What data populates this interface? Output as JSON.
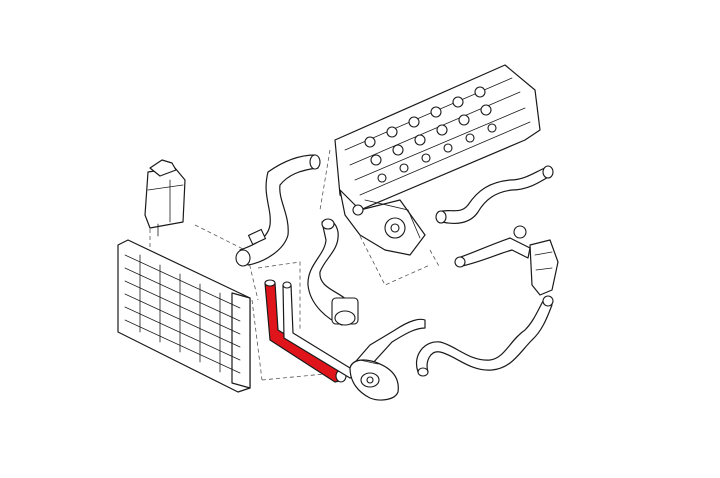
{
  "diagram": {
    "highlight_color": "#e0151b",
    "line_color": "#1a1a1a",
    "background": "#ffffff",
    "components": [
      {
        "id": "cylinder-head",
        "highlighted": false
      },
      {
        "id": "engine-block-front",
        "highlighted": false
      },
      {
        "id": "expansion-tank",
        "highlighted": false
      },
      {
        "id": "radiator",
        "highlighted": false
      },
      {
        "id": "upper-radiator-hose",
        "highlighted": false
      },
      {
        "id": "middle-hose",
        "highlighted": false
      },
      {
        "id": "lower-radiator-hose",
        "highlighted": true
      },
      {
        "id": "water-pump",
        "highlighted": false
      },
      {
        "id": "heater-hose-upper",
        "highlighted": false
      },
      {
        "id": "heater-hose-lower",
        "highlighted": false
      },
      {
        "id": "thermostat-housing",
        "highlighted": false
      }
    ]
  }
}
